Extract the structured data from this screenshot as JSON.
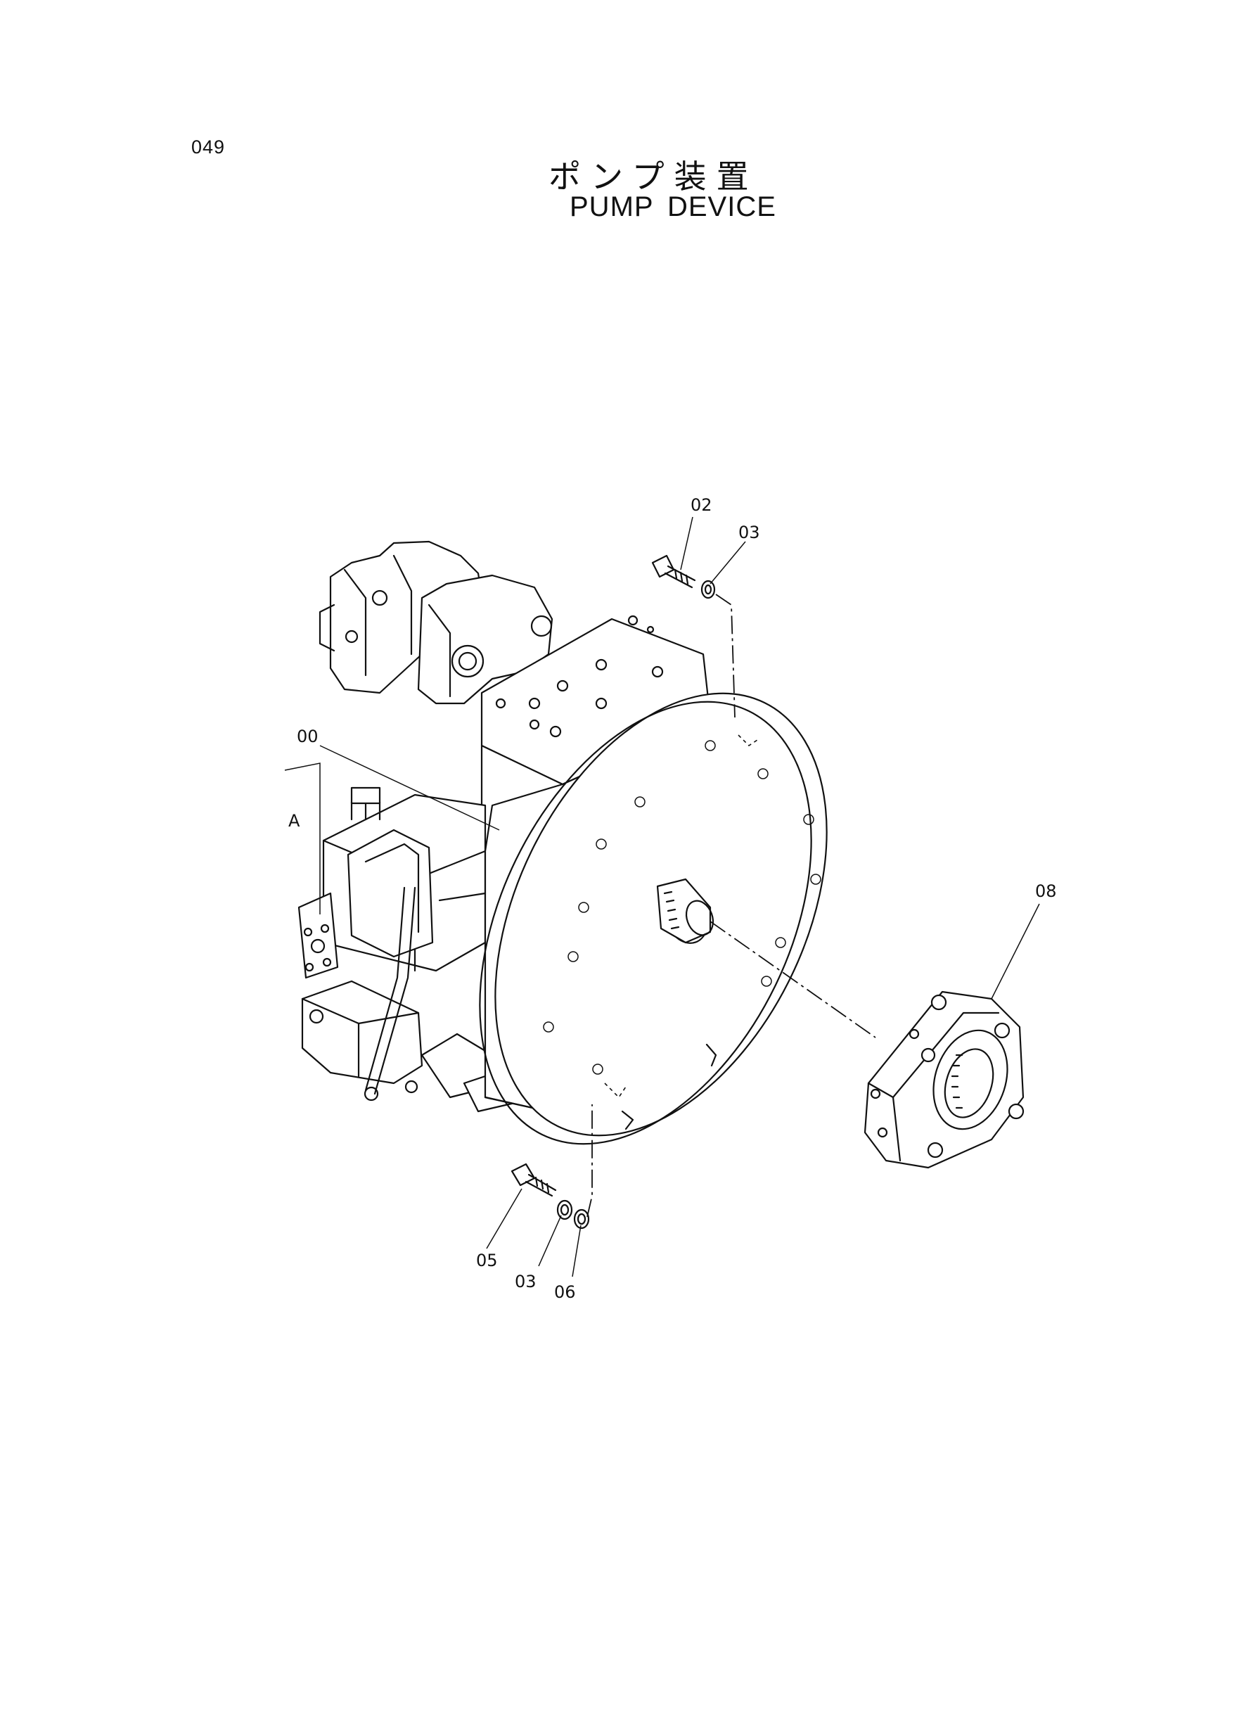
{
  "document": {
    "page_number": "049",
    "title_jp": "ポンプ装置",
    "title_en": "PUMP DEVICE"
  },
  "callouts": {
    "pump_assembly": "00",
    "subassembly": "A",
    "bolt_upper": "02",
    "washer_upper": "03",
    "bolt_lower": "05",
    "washer_lower": "03",
    "washer_lower_2": "06",
    "coupling": "08"
  }
}
